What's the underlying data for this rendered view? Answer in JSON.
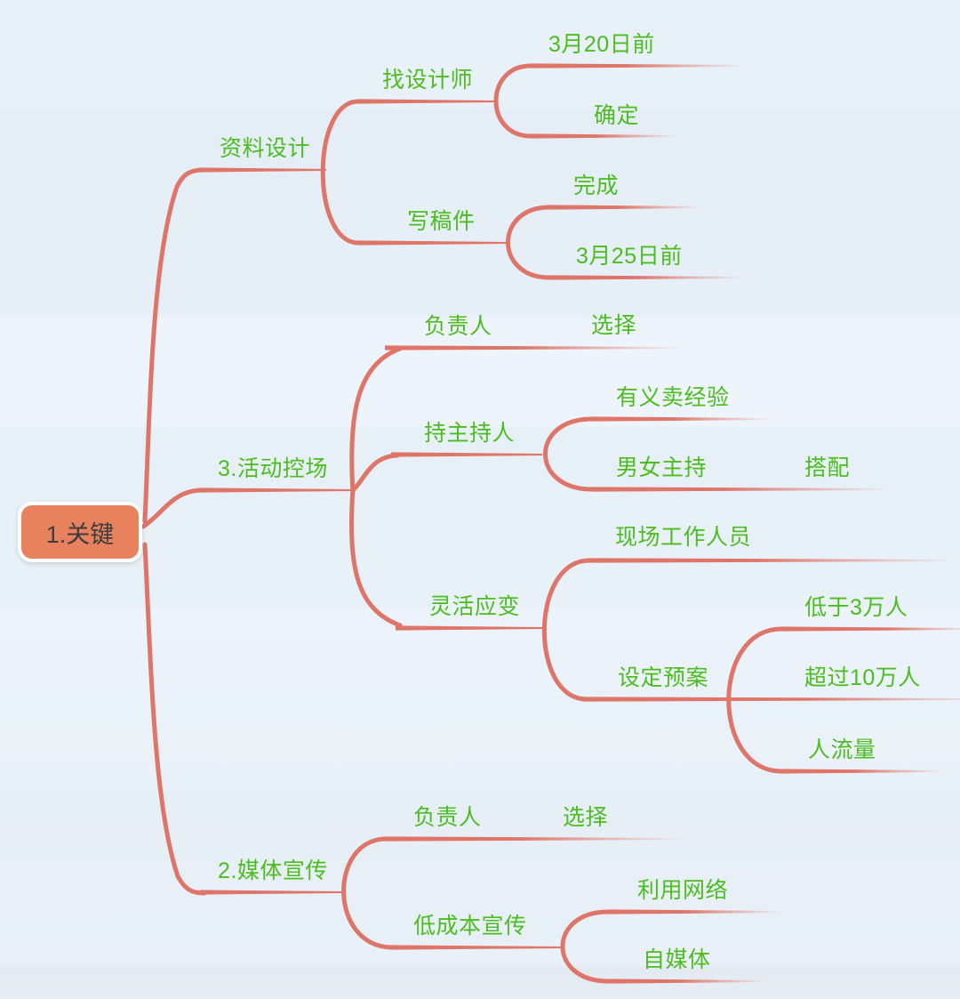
{
  "diagram": {
    "type": "mindmap",
    "colors": {
      "branch_line": "#df7568",
      "label_text": "#4cbd1f",
      "root_fill": "#e8815e",
      "root_border": "#ffffff",
      "root_text": "#3d3d3d",
      "background": "#e8f0f8"
    },
    "root": {
      "label": "1.关键"
    },
    "branches": [
      {
        "label": "资料设计",
        "children": [
          {
            "label": "找设计师",
            "children": [
              {
                "label": "3月20日前"
              },
              {
                "label": "确定"
              }
            ]
          },
          {
            "label": "写稿件",
            "children": [
              {
                "label": "完成"
              },
              {
                "label": "3月25日前"
              }
            ]
          }
        ]
      },
      {
        "label": "3.活动控场",
        "children": [
          {
            "label": "负责人",
            "children": [
              {
                "label": "选择"
              }
            ]
          },
          {
            "label": "持主持人",
            "children": [
              {
                "label": "有义卖经验"
              },
              {
                "label": "男女主持",
                "children": [
                  {
                    "label": "搭配"
                  }
                ]
              }
            ]
          },
          {
            "label": "灵活应变",
            "children": [
              {
                "label": "现场工作人员"
              },
              {
                "label": "设定预案",
                "children": [
                  {
                    "label": "低于3万人"
                  },
                  {
                    "label": "超过10万人"
                  },
                  {
                    "label": "人流量"
                  }
                ]
              }
            ]
          }
        ]
      },
      {
        "label": "2.媒体宣传",
        "children": [
          {
            "label": "负责人",
            "children": [
              {
                "label": "选择"
              }
            ]
          },
          {
            "label": "低成本宣传",
            "children": [
              {
                "label": "利用网络"
              },
              {
                "label": "自媒体"
              }
            ]
          }
        ]
      }
    ]
  }
}
